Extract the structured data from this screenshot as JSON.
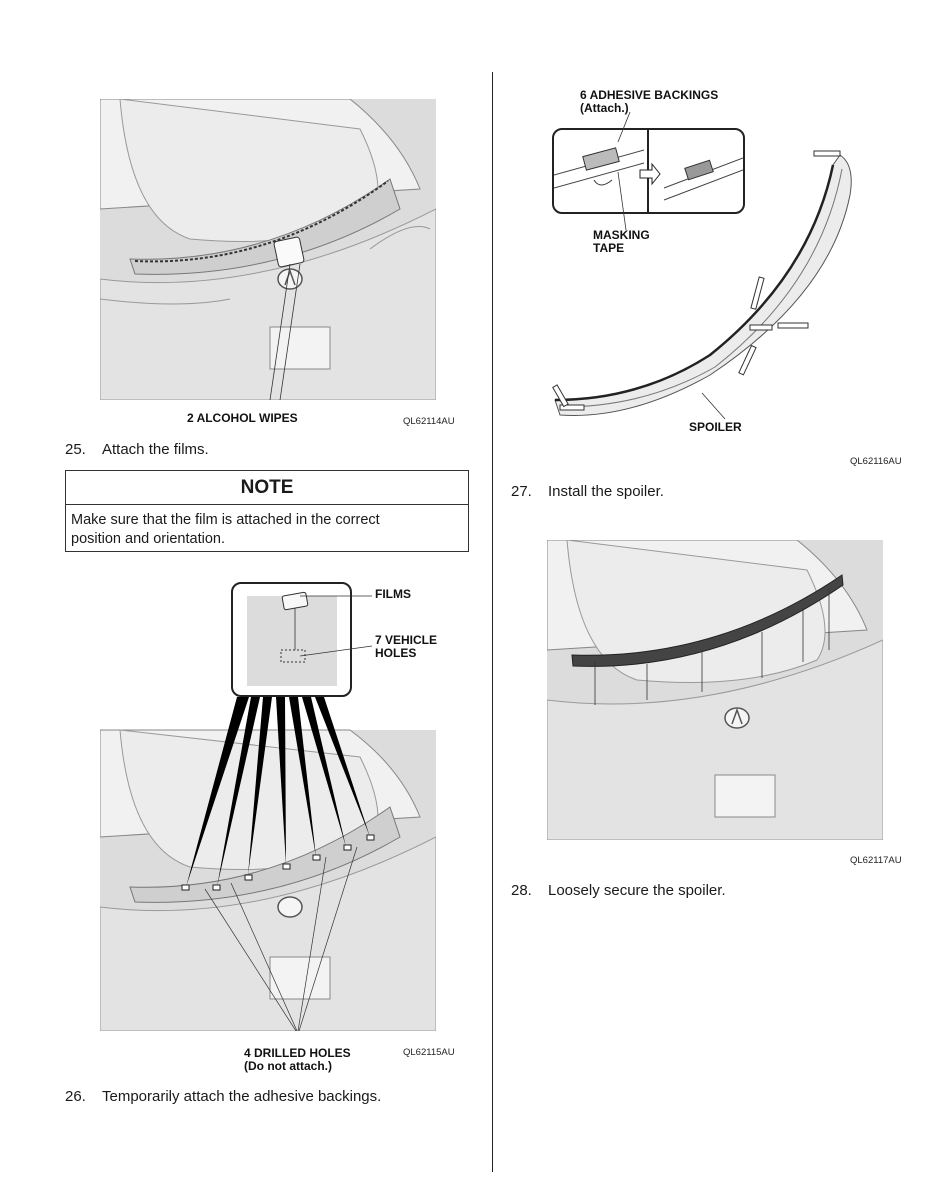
{
  "figures": {
    "fig1": {
      "callout": "2 ALCOHOL WIPES",
      "code": "QL62114AU"
    },
    "fig2": {
      "callout_films": "FILMS",
      "callout_holes_1": "7 VEHICLE",
      "callout_holes_2": "HOLES",
      "callout_drilled_1": "4 DRILLED HOLES",
      "callout_drilled_2": "(Do not attach.)",
      "code": "QL62115AU"
    },
    "fig3": {
      "callout_backings_1": "6 ADHESIVE BACKINGS",
      "callout_backings_2": "(Attach.)",
      "callout_tape_1": "MASKING",
      "callout_tape_2": "TAPE",
      "callout_spoiler": "SPOILER",
      "code": "QL62116AU"
    },
    "fig4": {
      "code": "QL62117AU"
    }
  },
  "steps": [
    {
      "num": "25.",
      "text": "Attach the films."
    },
    {
      "num": "26.",
      "text": "Temporarily attach the adhesive backings."
    },
    {
      "num": "27.",
      "text": "Install the spoiler."
    },
    {
      "num": "28.",
      "text": "Loosely secure the spoiler."
    }
  ],
  "note": {
    "heading": "NOTE",
    "line1": "Make sure that the film is attached in the correct",
    "line2": "position and orientation."
  }
}
